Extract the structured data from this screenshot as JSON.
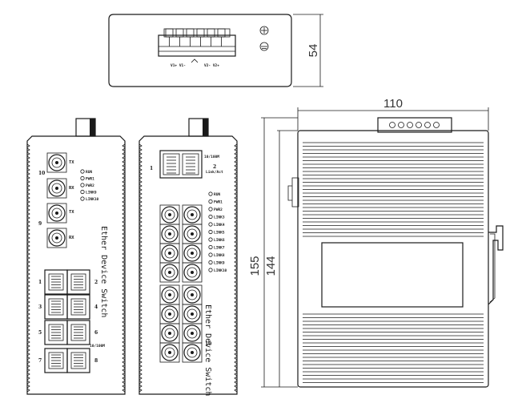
{
  "top_view": {
    "terminal_labels": "V1+ V1-",
    "terminal_labels_2": "V2- V2+",
    "dim_height": "54"
  },
  "front_a": {
    "port_10": "10",
    "port_9": "9",
    "tx_label_1": "TX",
    "rx_label_1": "RX",
    "tx_label_2": "TX",
    "rx_label_2": "RX",
    "leds": [
      "RUN",
      "PWR1",
      "PWR2",
      "LINK9",
      "LINK10"
    ],
    "vertical_text": "Ether Device Switch",
    "rj_left": [
      "1",
      "3",
      "5",
      "7"
    ],
    "rj_right": [
      "2",
      "4",
      "6",
      "8"
    ],
    "speed_label": "10/100M"
  },
  "front_b": {
    "sfp_port_1": "1",
    "sfp_port_2": "2",
    "sfp_speed": "10/100M",
    "sfp_link": "Link/Act",
    "leds": [
      "RUN",
      "PWR1",
      "PWR2",
      "LINK3",
      "LINK4",
      "LINK5",
      "LINK6",
      "LINK7",
      "LINK8",
      "LINK9",
      "LINK10"
    ],
    "vertical_text": "Ether Device Switch",
    "port_10": "10"
  },
  "side_view": {
    "dim_width": "110",
    "dim_total": "155",
    "dim_body": "144"
  }
}
